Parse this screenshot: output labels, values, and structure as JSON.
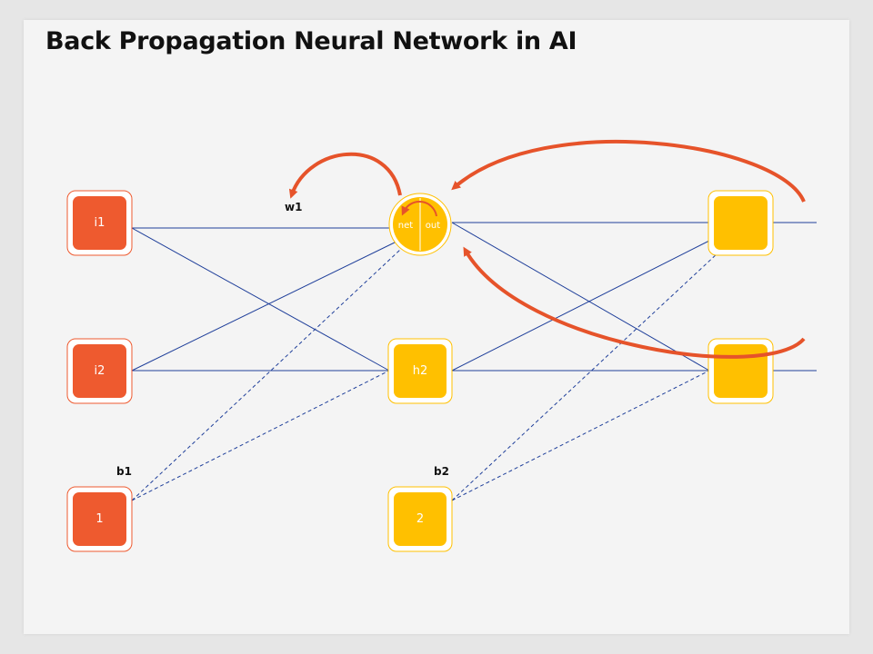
{
  "title": "Back Propagation Neural Network in AI",
  "colors": {
    "input_node": "#ee5a2f",
    "hidden_node": "#ffc000",
    "connection": "#1f3f9a",
    "arrow": "#e6532a",
    "background": "#f4f4f4"
  },
  "nodes": {
    "input_1": "i1",
    "input_2": "i2",
    "bias_1": "1",
    "hidden_2": "h2",
    "bias_2": "2",
    "hidden_1_net": "net",
    "hidden_1_out": "out"
  },
  "labels": {
    "weight": "w1",
    "bias_1": "b1",
    "bias_2": "b2"
  }
}
